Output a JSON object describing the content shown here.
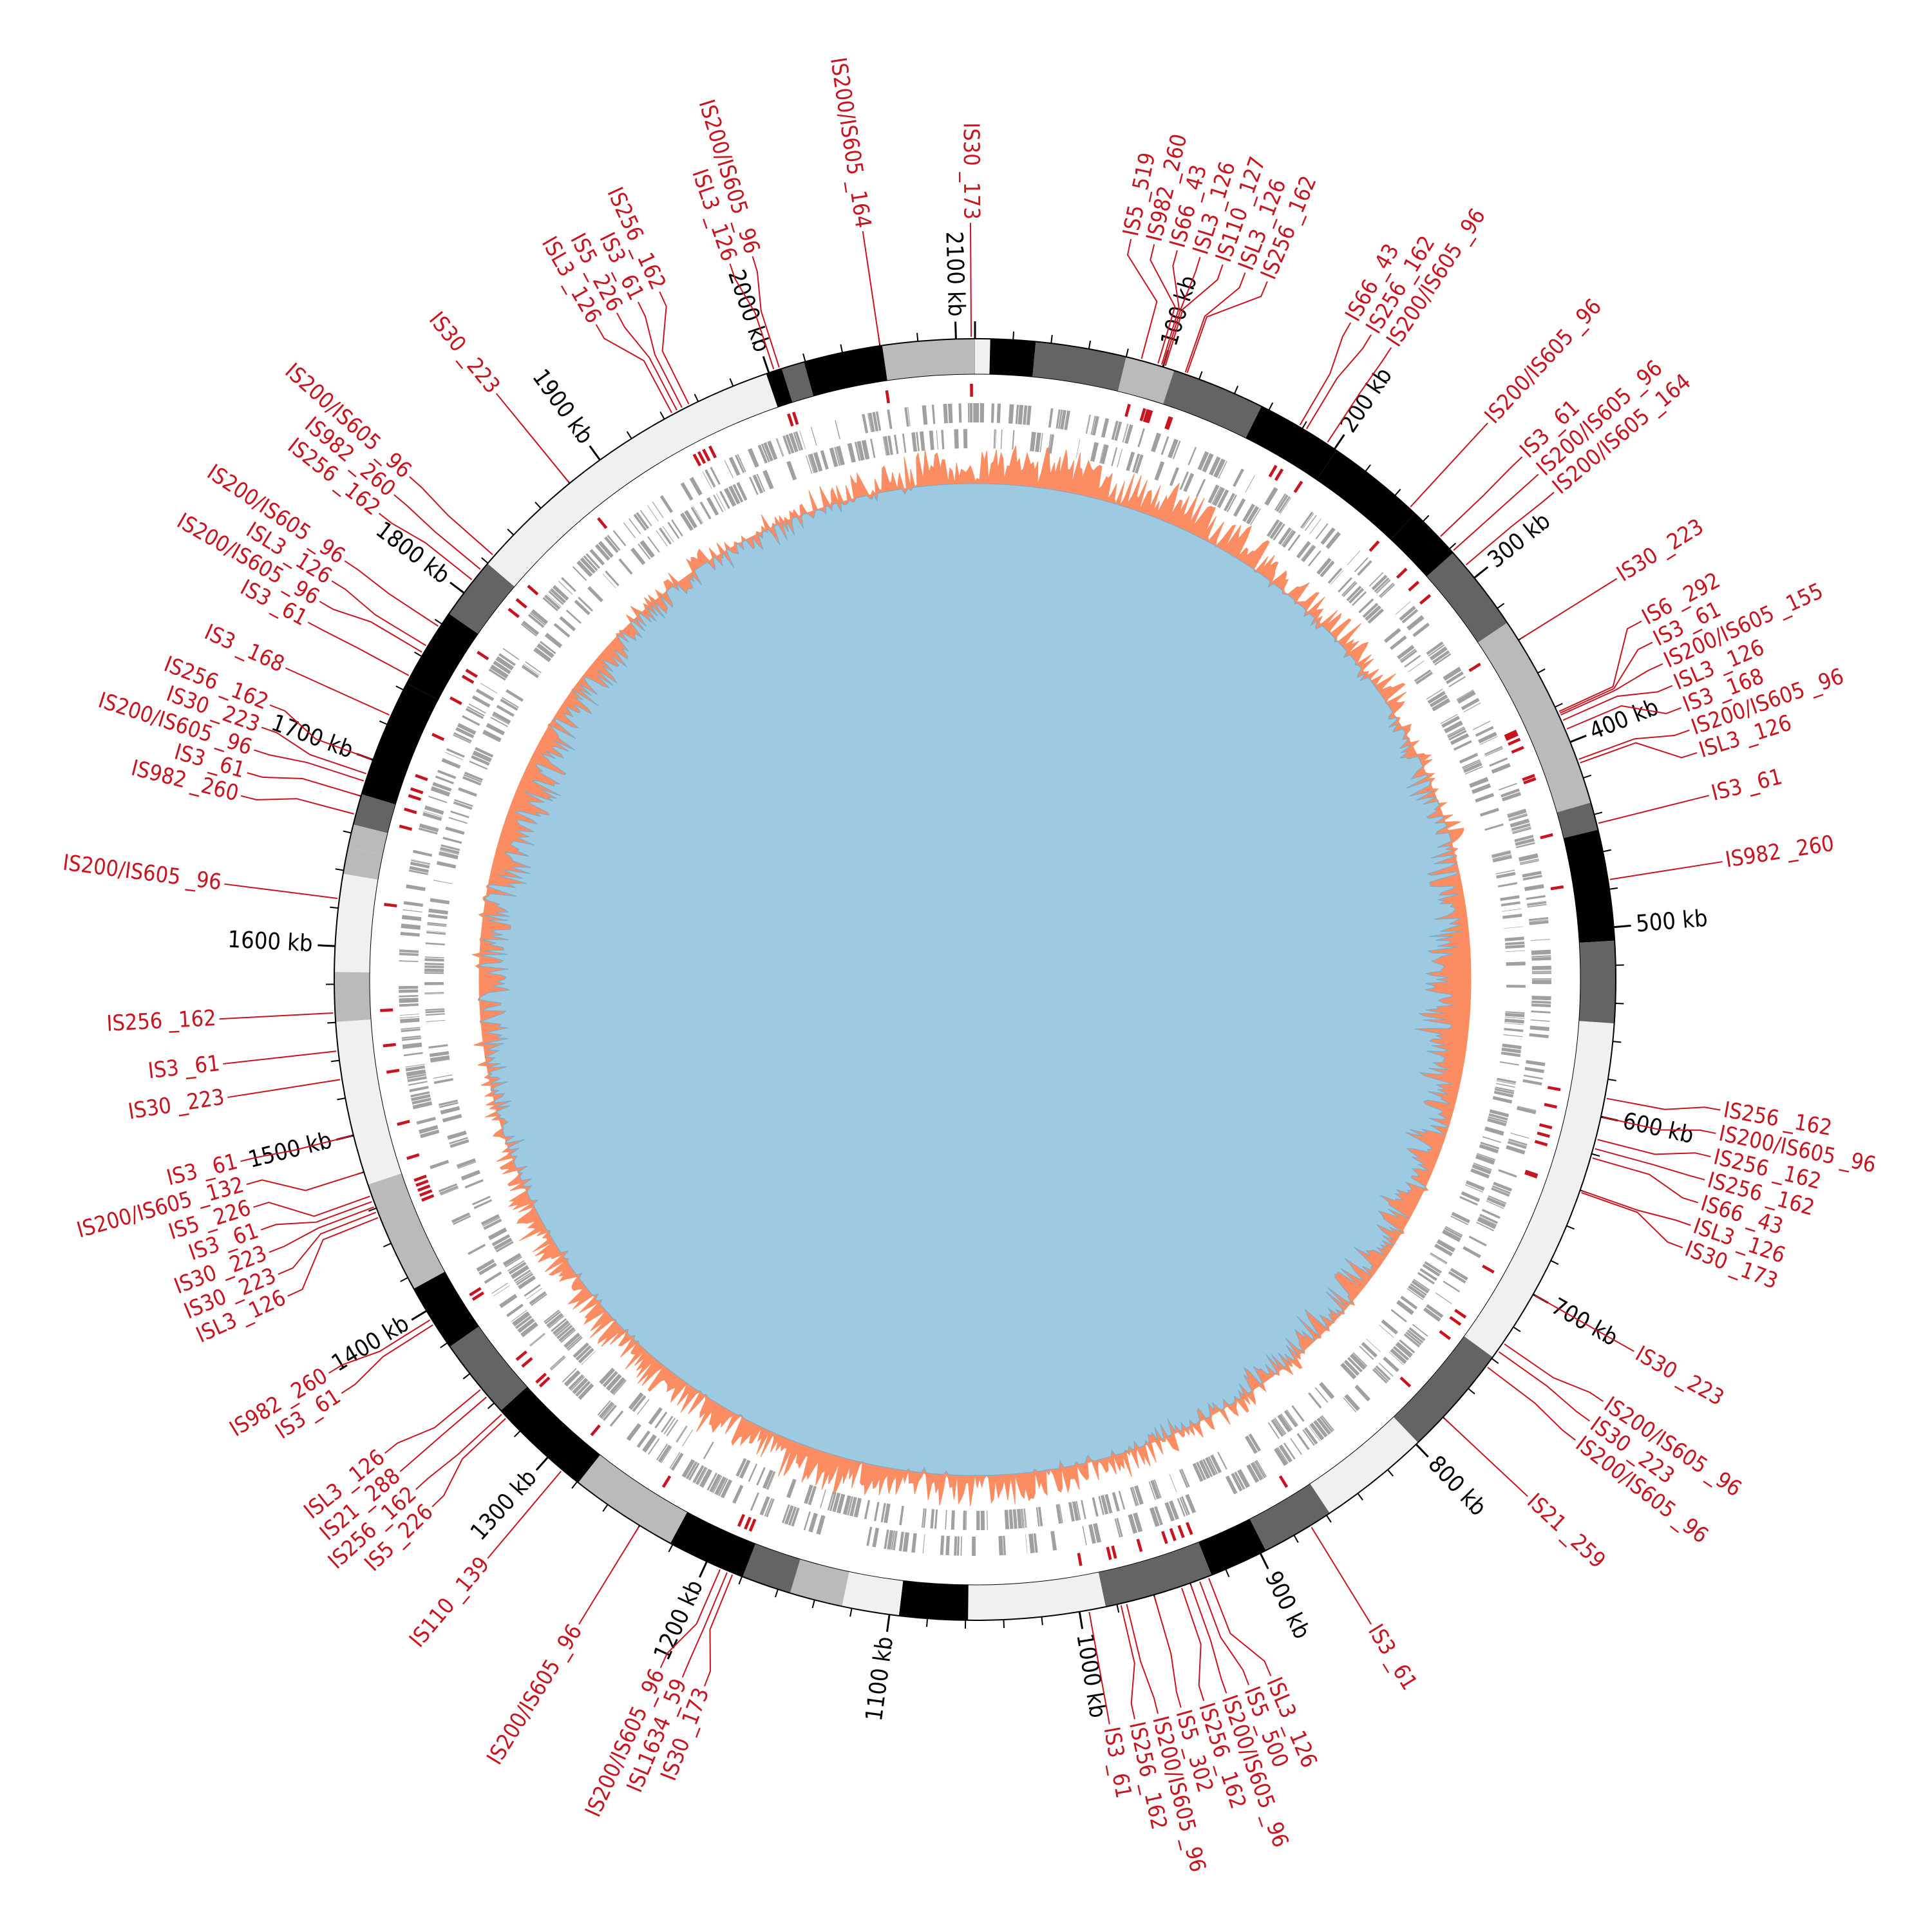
{
  "chart_data": {
    "type": "circular-genome-map",
    "genome_length_kb": 2110,
    "colors": {
      "is_element": "#c8141e",
      "skew_positive": "#fc8d62",
      "skew_negative": "#9ecae1",
      "gc_green": "#74c476",
      "gc_blue": "#6baed6",
      "inner_blocks": "#08306b",
      "genes": "#a0a0a0"
    },
    "tick_labels": [
      {
        "kb": 100,
        "label": "100 kb"
      },
      {
        "kb": 200,
        "label": "200 kb"
      },
      {
        "kb": 300,
        "label": "300 kb"
      },
      {
        "kb": 400,
        "label": "400 kb"
      },
      {
        "kb": 500,
        "label": "500 kb"
      },
      {
        "kb": 600,
        "label": "600 kb"
      },
      {
        "kb": 700,
        "label": "700 kb"
      },
      {
        "kb": 800,
        "label": "800 kb"
      },
      {
        "kb": 900,
        "label": "900 kb"
      },
      {
        "kb": 1000,
        "label": "1000 kb"
      },
      {
        "kb": 1100,
        "label": "1100 kb"
      },
      {
        "kb": 1200,
        "label": "1200 kb"
      },
      {
        "kb": 1300,
        "label": "1300 kb"
      },
      {
        "kb": 1400,
        "label": "1400 kb"
      },
      {
        "kb": 1500,
        "label": "1500 kb"
      },
      {
        "kb": 1600,
        "label": "1600 kb"
      },
      {
        "kb": 1700,
        "label": "1700 kb"
      },
      {
        "kb": 1800,
        "label": "1800 kb"
      },
      {
        "kb": 1900,
        "label": "1900 kb"
      },
      {
        "kb": 2000,
        "label": "2000 kb"
      },
      {
        "kb": 2100,
        "label": "2100 kb"
      }
    ],
    "is_elements": [
      {
        "kb": 88,
        "label": "IS5 _519"
      },
      {
        "kb": 97,
        "label": "IS982 _260"
      },
      {
        "kb": 99,
        "label": "IS66 _43"
      },
      {
        "kb": 100,
        "label": "ISL3 _126"
      },
      {
        "kb": 101,
        "label": "IS110 _127"
      },
      {
        "kb": 112,
        "label": "ISL3 _126"
      },
      {
        "kb": 113,
        "label": "IS256 _162"
      },
      {
        "kb": 178,
        "label": "IS66 _43"
      },
      {
        "kb": 182,
        "label": "IS256 _162"
      },
      {
        "kb": 195,
        "label": "IS200/IS605 _96"
      },
      {
        "kb": 250,
        "label": "IS200/IS605 _96"
      },
      {
        "kb": 272,
        "label": "IS3 _61"
      },
      {
        "kb": 282,
        "label": "IS200/IS605 _96"
      },
      {
        "kb": 292,
        "label": "IS200/IS605 _164"
      },
      {
        "kb": 340,
        "label": "IS30 _223"
      },
      {
        "kb": 383,
        "label": "IS6 _292"
      },
      {
        "kb": 384,
        "label": "IS3 _61"
      },
      {
        "kb": 385,
        "label": "IS200/IS605 _155"
      },
      {
        "kb": 388,
        "label": "ISL3 _126"
      },
      {
        "kb": 393,
        "label": "IS3 _168"
      },
      {
        "kb": 410,
        "label": "IS200/IS605 _96"
      },
      {
        "kb": 412,
        "label": "ISL3 _126"
      },
      {
        "kb": 445,
        "label": "IS3 _61"
      },
      {
        "kb": 475,
        "label": "IS982 _260"
      },
      {
        "kb": 590,
        "label": "IS256 _162"
      },
      {
        "kb": 600,
        "label": "IS200/IS605 _96"
      },
      {
        "kb": 612,
        "label": "IS256 _162"
      },
      {
        "kb": 617,
        "label": "IS256 _162"
      },
      {
        "kb": 622,
        "label": "IS66 _43"
      },
      {
        "kb": 640,
        "label": "ISL3 _126"
      },
      {
        "kb": 641,
        "label": "IS30 _173"
      },
      {
        "kb": 700,
        "label": "IS30 _223"
      },
      {
        "kb": 730,
        "label": "IS200/IS605 _96"
      },
      {
        "kb": 735,
        "label": "IS30 _223"
      },
      {
        "kb": 745,
        "label": "IS200/IS605 _96"
      },
      {
        "kb": 780,
        "label": "IS21 _259"
      },
      {
        "kb": 870,
        "label": "IS3 _61"
      },
      {
        "kb": 930,
        "label": "ISL3 _126"
      },
      {
        "kb": 935,
        "label": "IS5 _500"
      },
      {
        "kb": 940,
        "label": "IS200/IS605 _96"
      },
      {
        "kb": 945,
        "label": "IS256 _162"
      },
      {
        "kb": 960,
        "label": "IS5 _302"
      },
      {
        "kb": 975,
        "label": "IS200/IS605 _96"
      },
      {
        "kb": 978,
        "label": "IS256 _162"
      },
      {
        "kb": 995,
        "label": "IS3 _61"
      },
      {
        "kb": 1185,
        "label": "IS30 _173"
      },
      {
        "kb": 1188,
        "label": "ISL1634 _59"
      },
      {
        "kb": 1192,
        "label": "IS200/IS605 _96"
      },
      {
        "kb": 1240,
        "label": "IS200/IS605 _96"
      },
      {
        "kb": 1290,
        "label": "IS110 _139"
      },
      {
        "kb": 1330,
        "label": "IS5 _226"
      },
      {
        "kb": 1333,
        "label": "IS256 _162"
      },
      {
        "kb": 1345,
        "label": "IS21 _288"
      },
      {
        "kb": 1350,
        "label": "ISL3 _126"
      },
      {
        "kb": 1392,
        "label": "IS3 _61"
      },
      {
        "kb": 1395,
        "label": "IS982 _260"
      },
      {
        "kb": 1455,
        "label": "ISL3 _126"
      },
      {
        "kb": 1458,
        "label": "IS30 _223"
      },
      {
        "kb": 1461,
        "label": "IS30 _223"
      },
      {
        "kb": 1464,
        "label": "IS3 _61"
      },
      {
        "kb": 1467,
        "label": "IS5 _226"
      },
      {
        "kb": 1480,
        "label": "IS200/IS605 _132"
      },
      {
        "kb": 1500,
        "label": "IS3 _61"
      },
      {
        "kb": 1530,
        "label": "IS30 _223"
      },
      {
        "kb": 1545,
        "label": "IS3 _61"
      },
      {
        "kb": 1565,
        "label": "IS256 _162"
      },
      {
        "kb": 1625,
        "label": "IS200/IS605 _96"
      },
      {
        "kb": 1670,
        "label": "IS982 _260"
      },
      {
        "kb": 1680,
        "label": "IS3 _61"
      },
      {
        "kb": 1688,
        "label": "IS200/IS605 _96"
      },
      {
        "kb": 1692,
        "label": "IS30 _223"
      },
      {
        "kb": 1700,
        "label": "IS256 _162"
      },
      {
        "kb": 1725,
        "label": "IS3 _168"
      },
      {
        "kb": 1748,
        "label": "IS3 _61"
      },
      {
        "kb": 1762,
        "label": "IS200/IS605 _96"
      },
      {
        "kb": 1766,
        "label": "ISL3 _126"
      },
      {
        "kb": 1778,
        "label": "IS200/IS605 _96"
      },
      {
        "kb": 1808,
        "label": "IS256 _162"
      },
      {
        "kb": 1815,
        "label": "IS982 _260"
      },
      {
        "kb": 1825,
        "label": "IS200/IS605 _96"
      },
      {
        "kb": 1880,
        "label": "IS30 _223"
      },
      {
        "kb": 1945,
        "label": "ISL3 _126"
      },
      {
        "kb": 1948,
        "label": "IS5 _226"
      },
      {
        "kb": 1951,
        "label": "IS3 _61"
      },
      {
        "kb": 1955,
        "label": "IS256 _162"
      },
      {
        "kb": 2003,
        "label": "ISL3 _126"
      },
      {
        "kb": 2006,
        "label": "IS200/IS605 _96"
      },
      {
        "kb": 2060,
        "label": "IS200/IS605 _164"
      },
      {
        "kb": 2108,
        "label": "IS30 _173"
      }
    ]
  }
}
